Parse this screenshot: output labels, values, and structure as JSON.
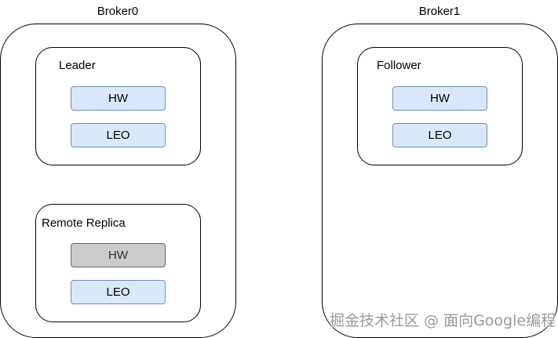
{
  "brokers": [
    {
      "title": "Broker0",
      "replicas": [
        {
          "label": "Leader",
          "fields": [
            {
              "label": "HW",
              "state": "active"
            },
            {
              "label": "LEO",
              "state": "active"
            }
          ]
        },
        {
          "label": "Remote Replica",
          "fields": [
            {
              "label": "HW",
              "state": "inactive"
            },
            {
              "label": "LEO",
              "state": "active"
            }
          ]
        }
      ]
    },
    {
      "title": "Broker1",
      "replicas": [
        {
          "label": "Follower",
          "fields": [
            {
              "label": "HW",
              "state": "active"
            },
            {
              "label": "LEO",
              "state": "active"
            }
          ]
        }
      ]
    }
  ],
  "colors": {
    "active_fill": "#dae8fc",
    "active_border": "#6c8ebf",
    "inactive_fill": "#cccccc"
  },
  "watermark": "掘金技术社区 @ 面向Google编程"
}
